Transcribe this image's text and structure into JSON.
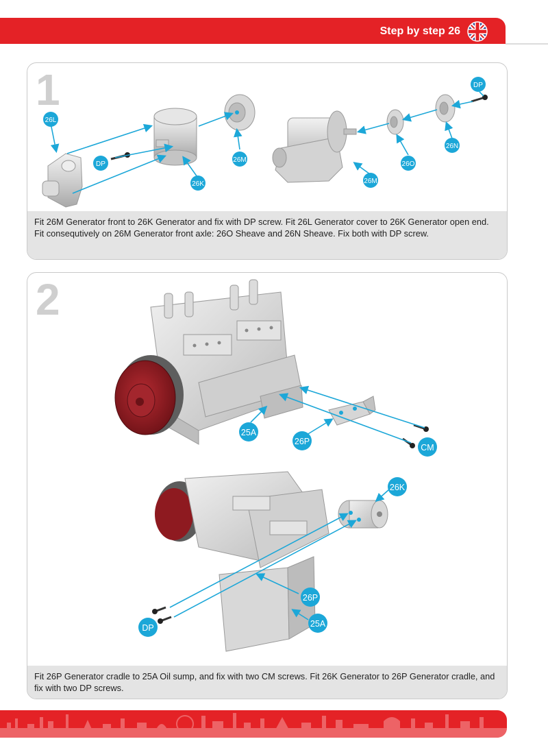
{
  "header": {
    "title": "Step by step 26",
    "flag_icon": "uk-flag-icon",
    "accent": "#e42226"
  },
  "steps": [
    {
      "number": "1",
      "labels": {
        "l26L": "26L",
        "l26K": "26K",
        "l26M_a": "26M",
        "l26M_b": "26M",
        "l26O": "26O",
        "l26N": "26N",
        "lDP_a": "DP",
        "lDP_b": "DP"
      },
      "caption": "Fit 26M Generator front to 26K Generator and fix with DP screw. Fit 26L Generator cover to 26K Generator open end. Fit consequtively on 26M Generator front axle: 26O Sheave and 26N Sheave. Fix both with DP screw."
    },
    {
      "number": "2",
      "labels": {
        "l25A_a": "25A",
        "l26P_a": "26P",
        "lCM": "CM",
        "l26K": "26K",
        "l26P_b": "26P",
        "lDP": "DP",
        "l25A_b": "25A"
      },
      "caption": "Fit 26P Generator cradle to 25A Oil sump, and fix with two CM screws. Fit 26K Generator to 26P Generator cradle, and fix with two DP screws."
    }
  ],
  "colors": {
    "label_bubble": "#1ca7d8",
    "arrow": "#1ca7d8",
    "part_grey": "#d0d0d0",
    "flywheel": "#8e1a20"
  }
}
